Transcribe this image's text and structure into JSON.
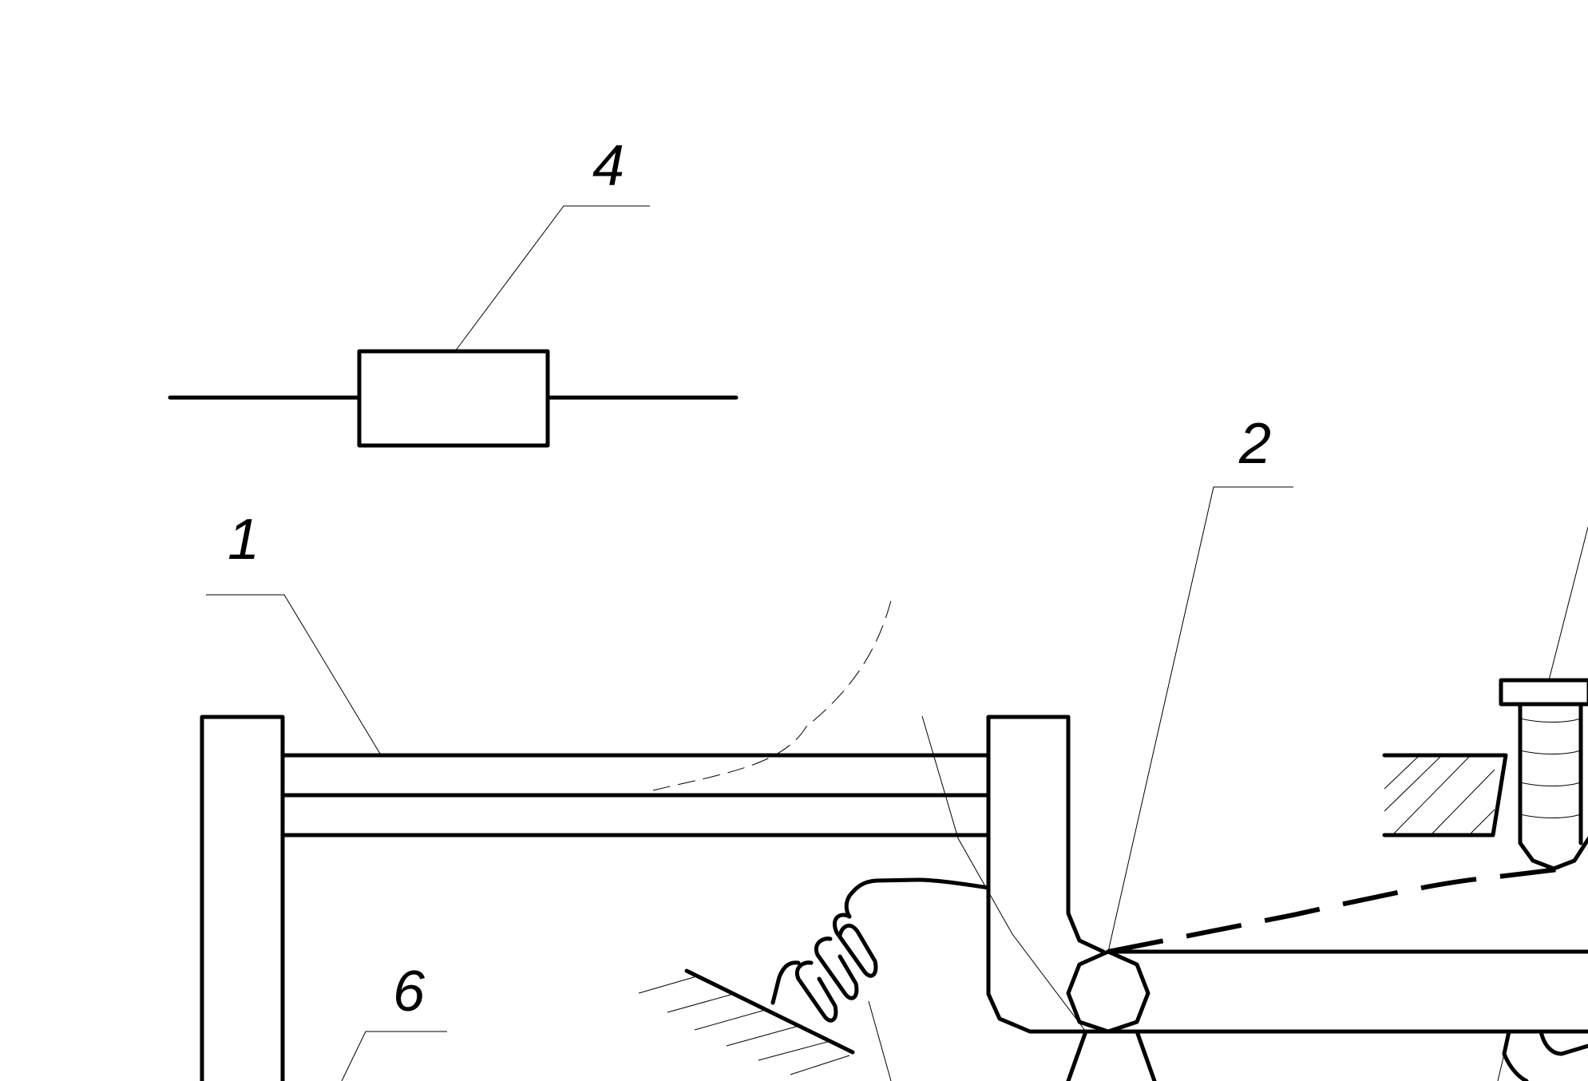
{
  "labels": {
    "part_1": "1",
    "part_2": "2",
    "part_4": "4",
    "part_6": "6"
  },
  "colors": {
    "line": "#000000",
    "background": "#ffffff"
  }
}
